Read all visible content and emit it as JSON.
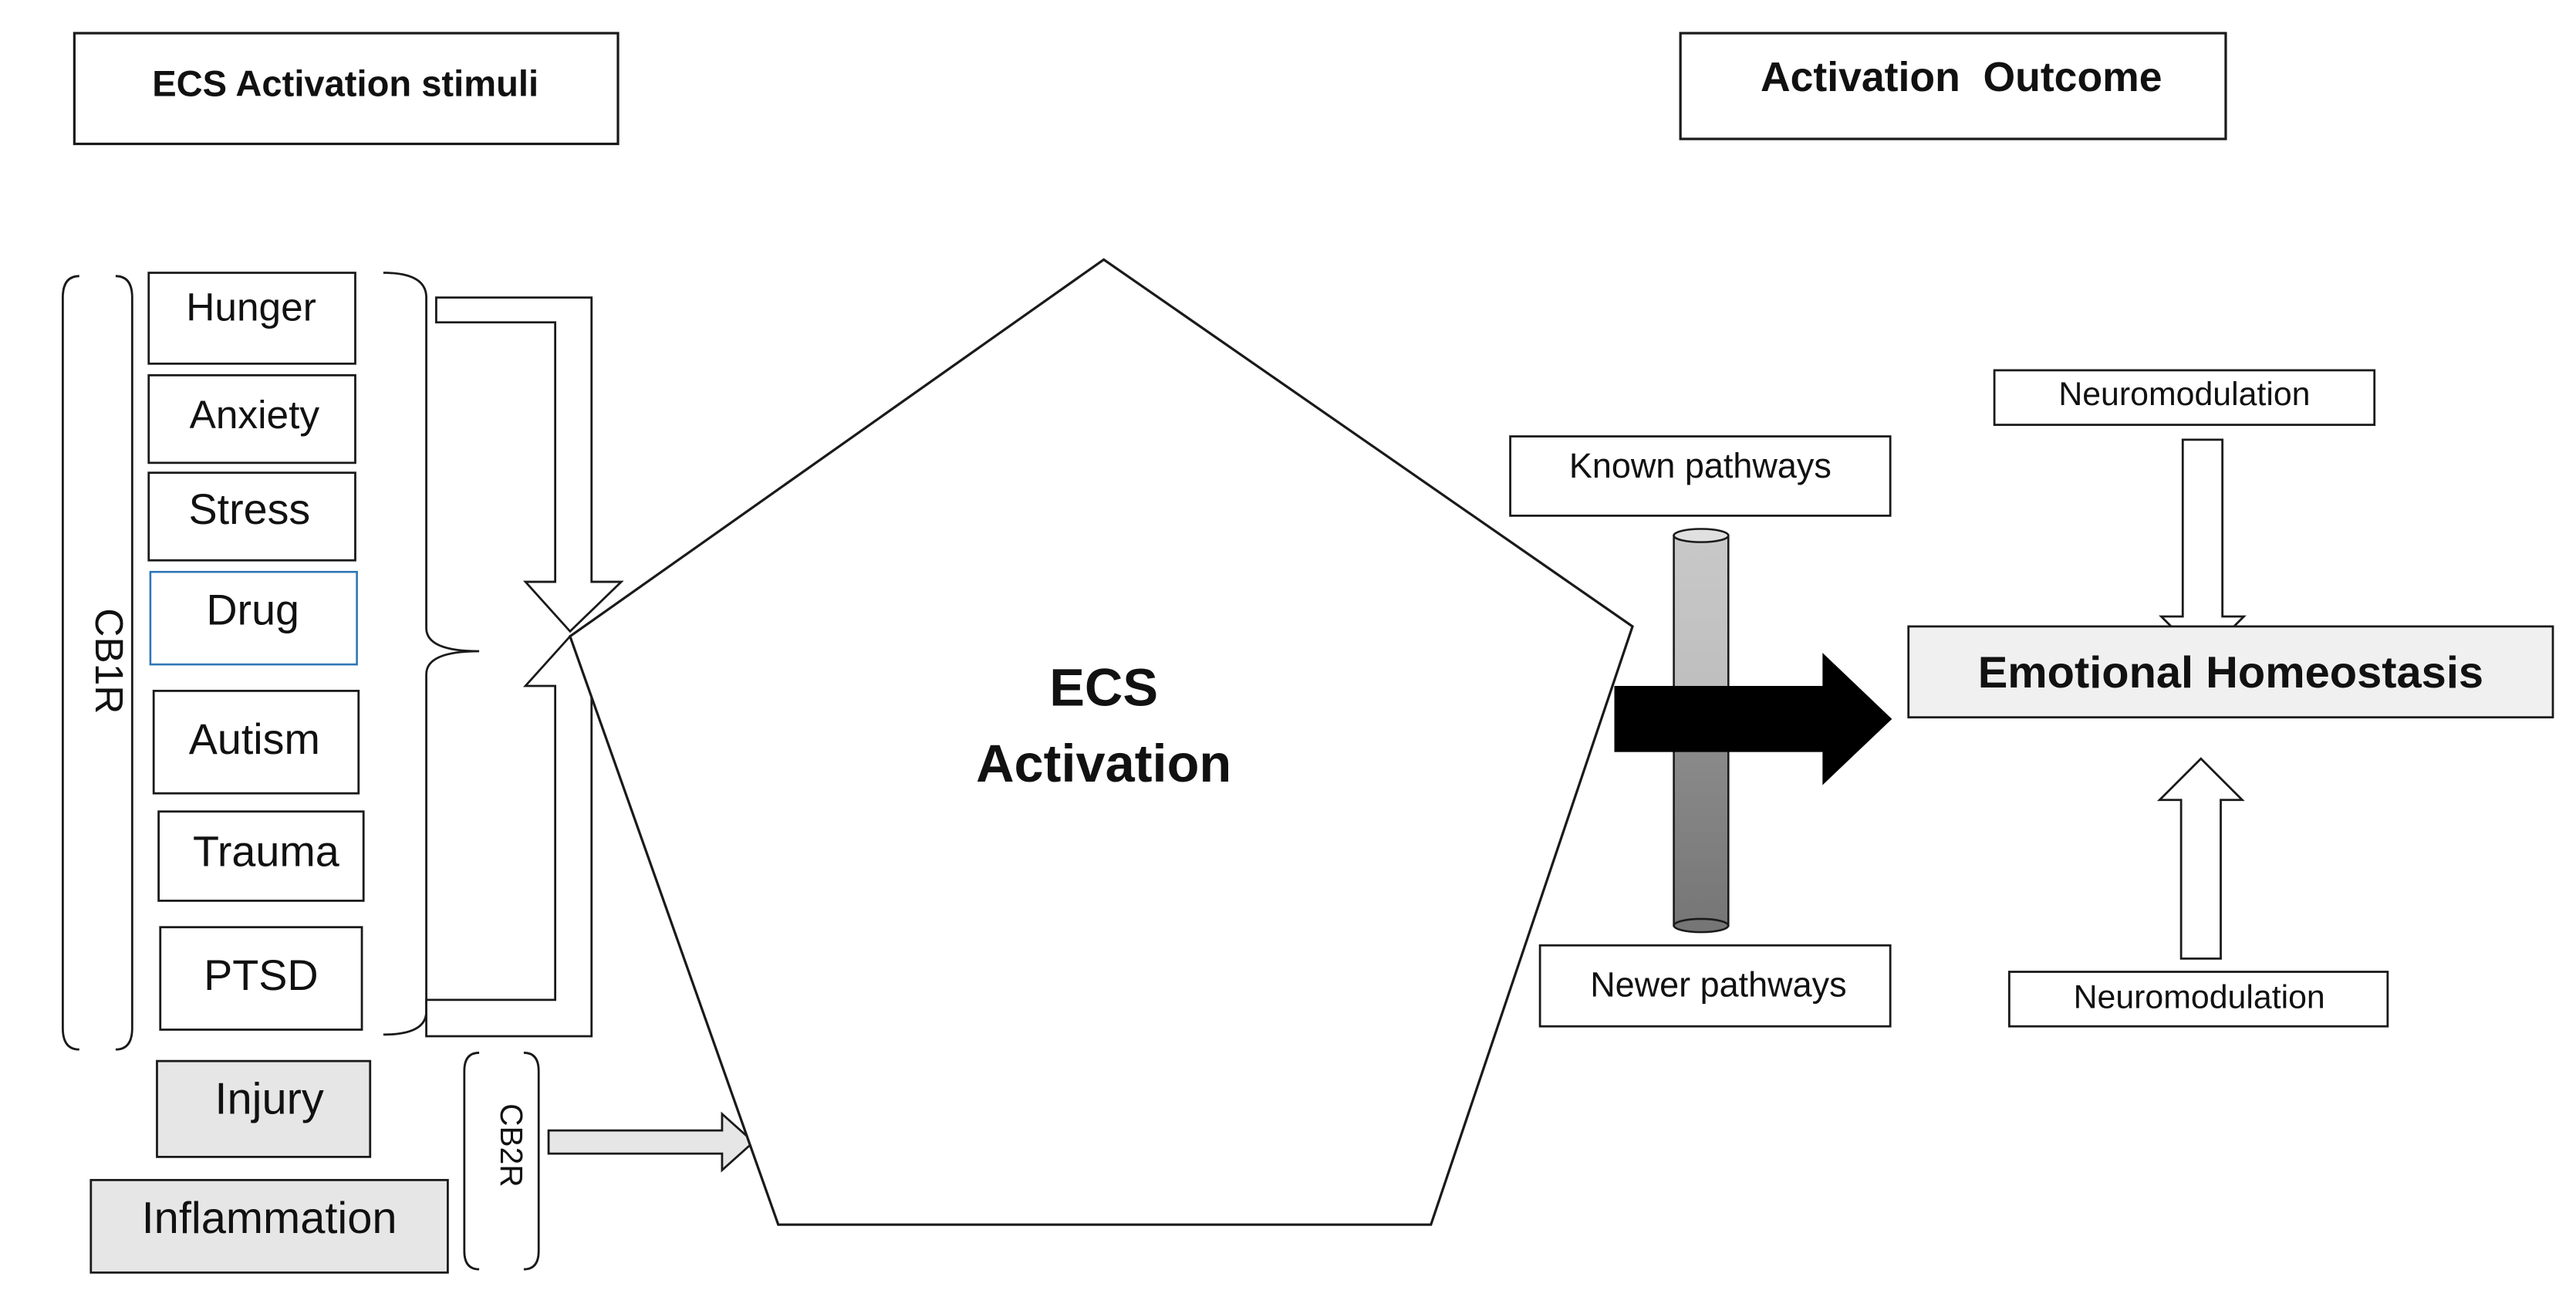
{
  "header_left": "ECS Activation stimuli",
  "header_right": "Activation  Outcome",
  "cb1r_label": "CB1R",
  "cb2r_label": "CB2R",
  "stimuli": {
    "hunger": "Hunger",
    "anxiety": "Anxiety",
    "stress": "Stress",
    "drug": "Drug",
    "autism": "Autism",
    "trauma": "Trauma",
    "ptsd": "PTSD",
    "injury": "Injury",
    "inflammation": "Inflammation"
  },
  "center": {
    "line1": "ECS",
    "line2": "Activation"
  },
  "pathways": {
    "known": "Known pathways",
    "newer": "Newer pathways"
  },
  "outcome": {
    "homeostasis": "Emotional Homeostasis",
    "neuromodulation_top": "Neuromodulation",
    "neuromodulation_bottom": "Neuromodulation"
  },
  "colors": {
    "box_gray": "#e6e6e6",
    "drug_border": "#2e75b6",
    "cylinder_top": "#c8c8c8",
    "cylinder_bottom": "#767676",
    "main_arrow": "#000000",
    "outline": "#1a1a1a"
  }
}
